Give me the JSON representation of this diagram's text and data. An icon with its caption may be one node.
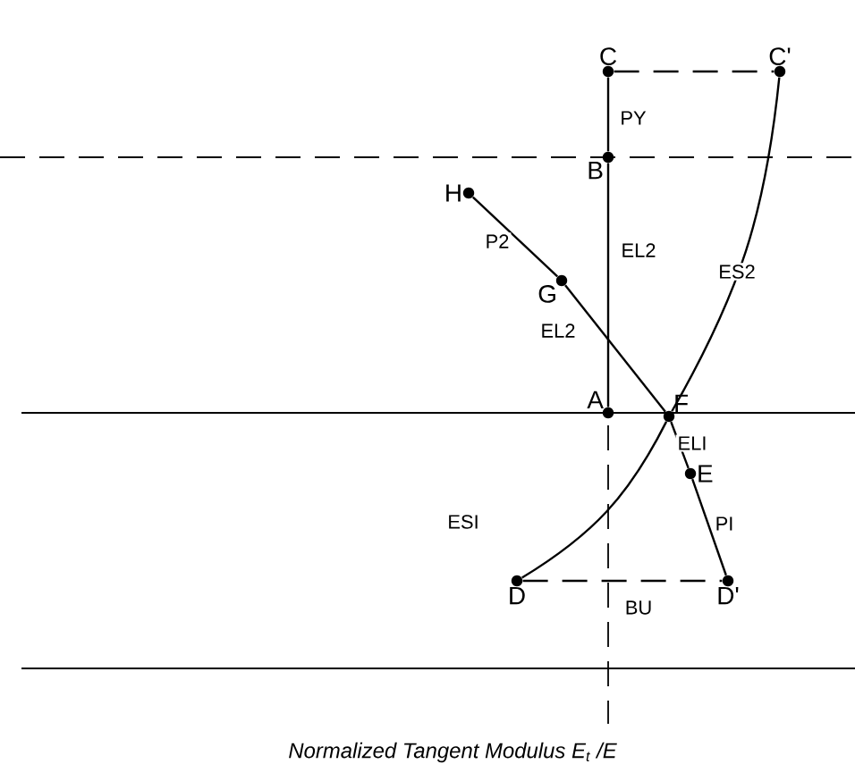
{
  "diagram": {
    "caption": "Normalized Tangent Modulus E$_{t}$ /E",
    "nodes": [
      {
        "text": [
          "C"
        ]
      },
      {
        "text": [
          "C'"
        ]
      },
      {
        "text": [
          "B"
        ]
      },
      {
        "text": [
          "H"
        ]
      },
      {
        "text": [
          "G"
        ]
      },
      {
        "text": [
          "A"
        ]
      },
      {
        "text": [
          "F"
        ]
      },
      {
        "text": [
          "E"
        ]
      },
      {
        "text": [
          "D"
        ]
      },
      {
        "text": [
          "D'"
        ]
      }
    ],
    "edges": [
      {
        "from": 0,
        "to": 1,
        "arrow": "none",
        "style": "dashed"
      },
      {
        "from": 0,
        "to": 2,
        "arrow": "none",
        "label": "PY"
      },
      {
        "from": 2,
        "to": 5,
        "arrow": "none",
        "label": "EL2"
      },
      {
        "from": 3,
        "to": 4,
        "arrow": "none",
        "label": "P2"
      },
      {
        "from": 4,
        "to": 6,
        "arrow": "none",
        "label": "EL2"
      },
      {
        "from": 1,
        "to": 6,
        "arrow": "none",
        "label": "ES2"
      },
      {
        "from": 6,
        "to": 7,
        "arrow": "none",
        "label": "ELI"
      },
      {
        "from": 7,
        "to": 9,
        "arrow": "none",
        "label": "PI"
      },
      {
        "from": 6,
        "to": 8,
        "arrow": "none",
        "label": "ESI"
      },
      {
        "from": 8,
        "to": 9,
        "arrow": "none",
        "style": "dashed",
        "label": "BU"
      }
    ]
  }
}
